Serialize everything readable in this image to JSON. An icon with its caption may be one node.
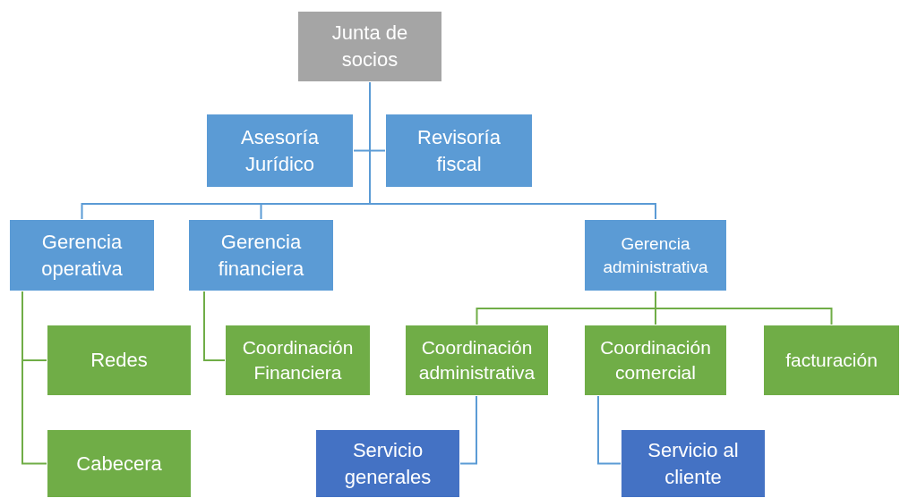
{
  "diagram": {
    "nodes": [
      {
        "text": [
          "Junta de socios"
        ]
      },
      {
        "text": [
          "Asesoría Jurídico"
        ]
      },
      {
        "text": [
          "Revisoría fiscal"
        ]
      },
      {
        "text": [
          "Gerencia operativa"
        ]
      },
      {
        "text": [
          "Gerencia financiera"
        ]
      },
      {
        "text": [
          "Gerencia administrativa"
        ]
      },
      {
        "text": [
          "Redes"
        ]
      },
      {
        "text": [
          "Cabecera"
        ]
      },
      {
        "text": [
          "Coordinación Financiera"
        ]
      },
      {
        "text": [
          "Coordinación administrativa"
        ]
      },
      {
        "text": [
          "Coordinación comercial"
        ]
      },
      {
        "text": [
          "facturación"
        ]
      },
      {
        "text": [
          "Servicio generales"
        ]
      },
      {
        "text": [
          "Servicio al cliente"
        ]
      }
    ],
    "edges": [
      {
        "from": 0,
        "to": 1,
        "arrow": "none",
        "color": "#5b9bd5"
      },
      {
        "from": 0,
        "to": 2,
        "arrow": "none",
        "color": "#5b9bd5"
      },
      {
        "from": 0,
        "to": 3,
        "arrow": "none",
        "color": "#5b9bd5"
      },
      {
        "from": 0,
        "to": 4,
        "arrow": "none",
        "color": "#5b9bd5"
      },
      {
        "from": 0,
        "to": 5,
        "arrow": "none",
        "color": "#5b9bd5"
      },
      {
        "from": 3,
        "to": 6,
        "arrow": "none",
        "color": "#70ad47"
      },
      {
        "from": 3,
        "to": 7,
        "arrow": "none",
        "color": "#70ad47"
      },
      {
        "from": 4,
        "to": 8,
        "arrow": "none",
        "color": "#70ad47"
      },
      {
        "from": 5,
        "to": 9,
        "arrow": "none",
        "color": "#70ad47"
      },
      {
        "from": 5,
        "to": 10,
        "arrow": "none",
        "color": "#70ad47"
      },
      {
        "from": 5,
        "to": 11,
        "arrow": "none",
        "color": "#70ad47"
      },
      {
        "from": 9,
        "to": 12,
        "arrow": "none",
        "color": "#5b9bd5"
      },
      {
        "from": 10,
        "to": 13,
        "arrow": "none",
        "color": "#5b9bd5"
      }
    ]
  }
}
